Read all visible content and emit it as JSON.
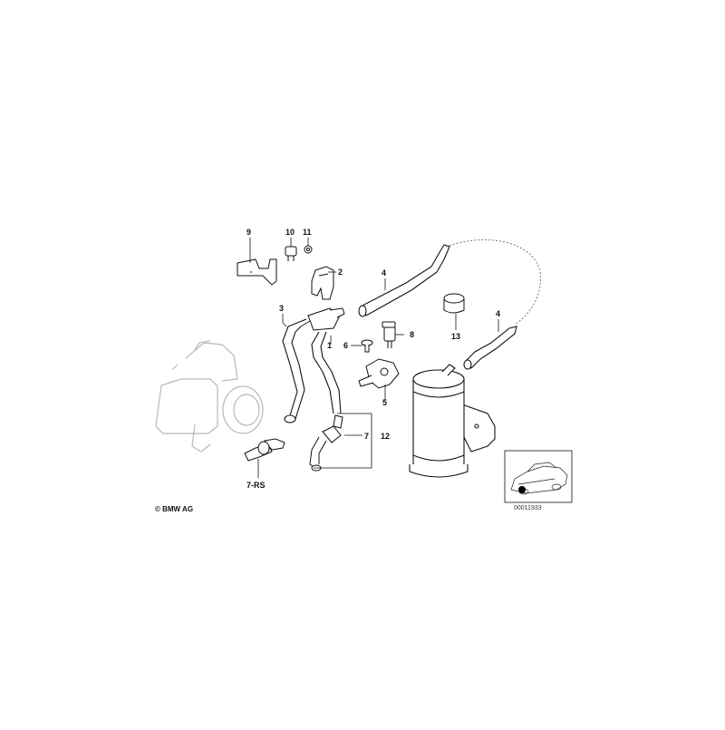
{
  "diagram": {
    "part_labels": {
      "p9": "9",
      "p10": "10",
      "p11": "11",
      "p2": "2",
      "p4a": "4",
      "p3": "3",
      "p8": "8",
      "p13": "13",
      "p4b": "4",
      "p6": "6",
      "p1": "1",
      "p5": "5",
      "p7": "7",
      "p12": "12",
      "p7rs": "7-RS"
    },
    "copyright": "© BMW AG",
    "image_number": "00011933"
  },
  "colors": {
    "line": "#111111",
    "part_fill": "#ffffff",
    "ghost": "#b8b8b8",
    "dashed_leader": "#777777"
  }
}
